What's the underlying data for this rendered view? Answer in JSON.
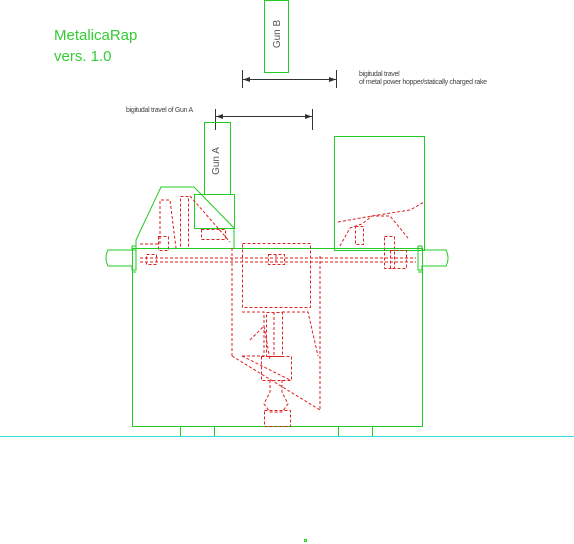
{
  "app": {
    "name": "MetalicaRap",
    "version": "vers. 1.0"
  },
  "labels": {
    "gun_b": "Gun B",
    "gun_a": "Gun A",
    "travel_b_line1": "bigitudal travel",
    "travel_b_line2": "of metal power hopper/statically charged rake",
    "travel_a": "bigitudal travel of Gun A"
  },
  "colors": {
    "outline": "#22cc22",
    "hidden_lines": "#dd2222",
    "ground": "#33dddd",
    "dimension": "#333333"
  }
}
